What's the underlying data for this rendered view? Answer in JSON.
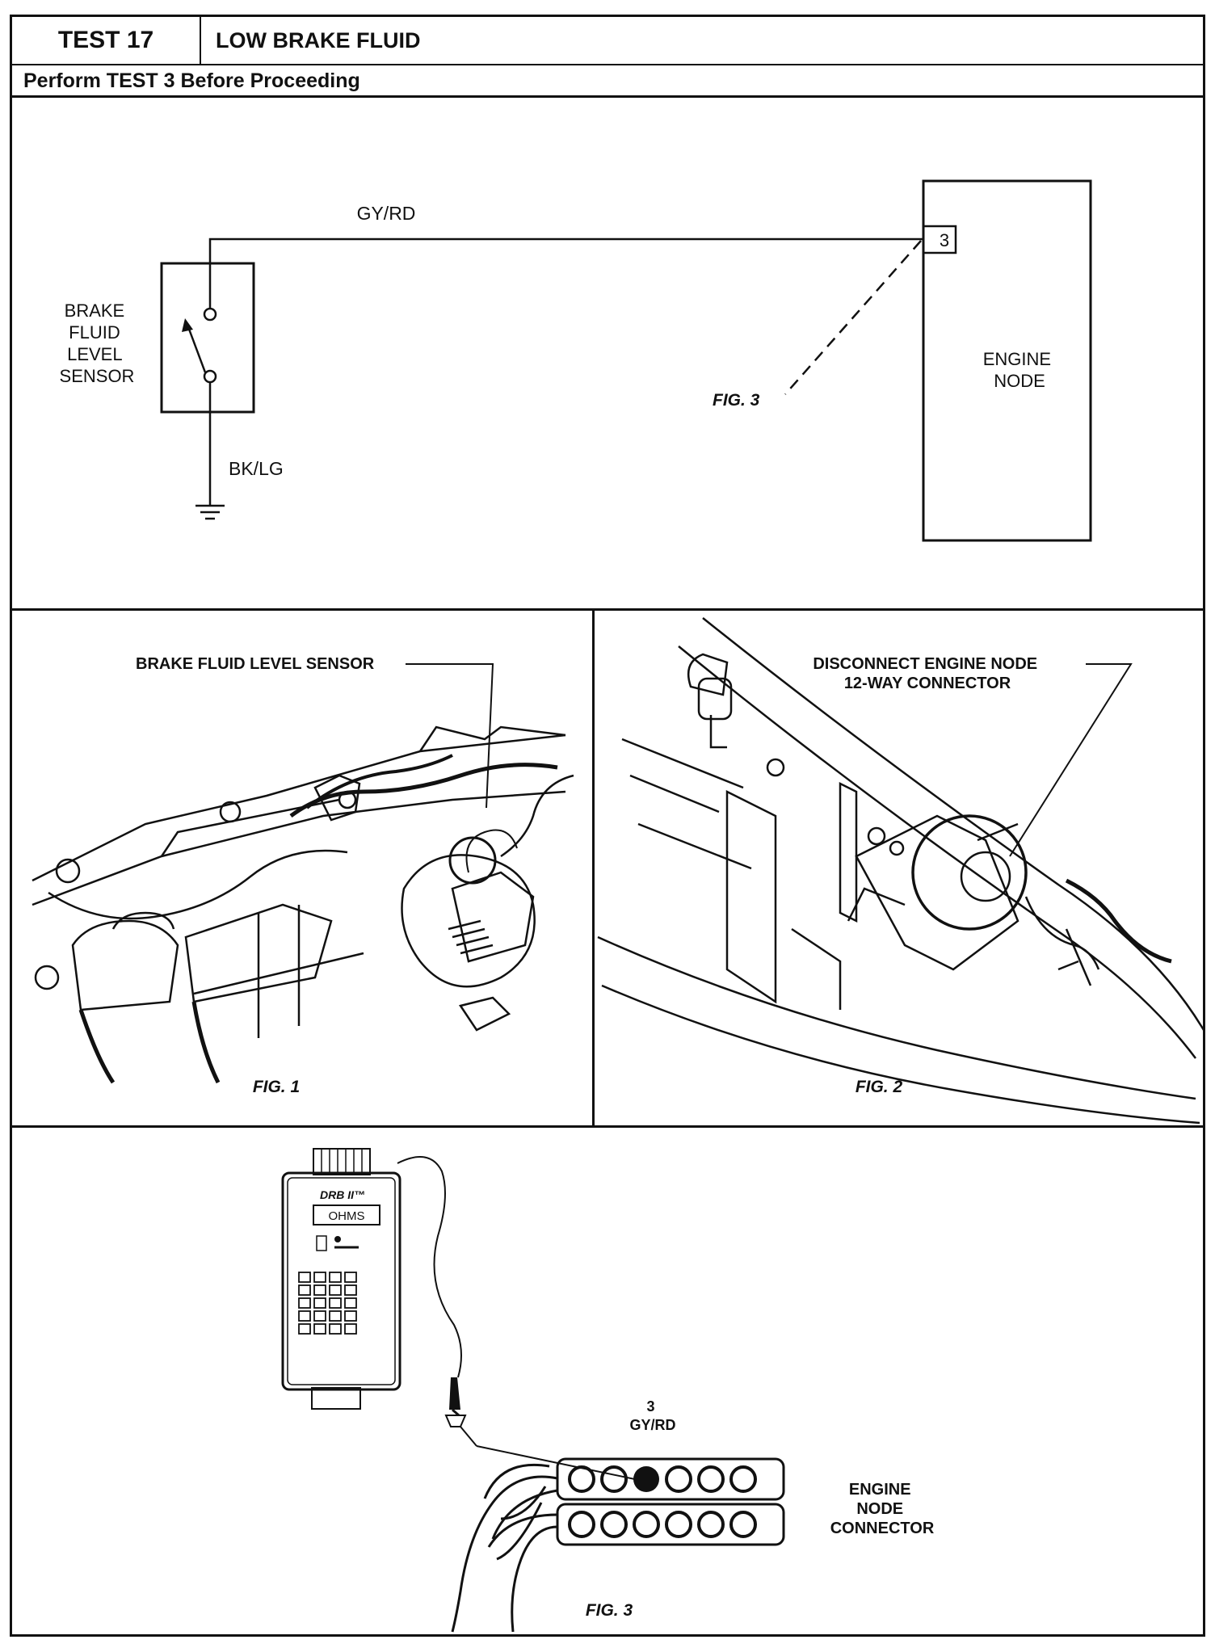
{
  "header": {
    "test_id": "TEST 17",
    "test_title": "LOW BRAKE FLUID",
    "precondition": "Perform TEST 3 Before Proceeding"
  },
  "schematic": {
    "wire_top": "GY/RD",
    "wire_bottom": "BK/LG",
    "sensor_label_lines": [
      "BRAKE",
      "FLUID",
      "LEVEL",
      "SENSOR"
    ],
    "node_label_lines": [
      "ENGINE",
      "NODE"
    ],
    "pin_number": "3",
    "fig_ref": "FIG. 3"
  },
  "fig1": {
    "callout": "BRAKE FLUID LEVEL SENSOR",
    "caption": "FIG. 1"
  },
  "fig2": {
    "callout_lines": [
      "DISCONNECT ENGINE NODE",
      "12-WAY CONNECTOR"
    ],
    "caption": "FIG. 2"
  },
  "fig3": {
    "tester_brand": "DRB II™",
    "tester_display": "OHMS",
    "pin_number": "3",
    "pin_wire": "GY/RD",
    "connector_label_lines": [
      "ENGINE",
      "NODE",
      "CONNECTOR"
    ],
    "caption": "FIG. 3"
  }
}
